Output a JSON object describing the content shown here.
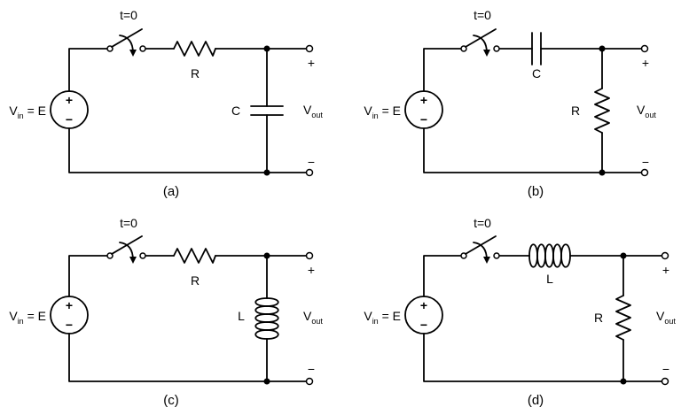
{
  "panels": [
    {
      "id": "a",
      "caption": "(a)",
      "switch_label": "t=0",
      "series_label": "R",
      "shunt_label": "C",
      "source": {
        "label_main": "V",
        "label_sub": "in",
        "label_rest": " = E",
        "plus": "+",
        "minus": "−"
      },
      "output": {
        "plus": "+",
        "minus": "−",
        "label_main": "V",
        "label_sub": "out"
      }
    },
    {
      "id": "b",
      "caption": "(b)",
      "switch_label": "t=0",
      "series_label": "C",
      "shunt_label": "R",
      "source": {
        "label_main": "V",
        "label_sub": "in",
        "label_rest": " = E",
        "plus": "+",
        "minus": "−"
      },
      "output": {
        "plus": "+",
        "minus": "−",
        "label_main": "V",
        "label_sub": "out"
      }
    },
    {
      "id": "c",
      "caption": "(c)",
      "switch_label": "t=0",
      "series_label": "R",
      "shunt_label": "L",
      "source": {
        "label_main": "V",
        "label_sub": "in",
        "label_rest": " = E",
        "plus": "+",
        "minus": "−"
      },
      "output": {
        "plus": "+",
        "minus": "−",
        "label_main": "V",
        "label_sub": "out"
      }
    },
    {
      "id": "d",
      "caption": "(d)",
      "switch_label": "t=0",
      "series_label": "L",
      "shunt_label": "R",
      "source": {
        "label_main": "V",
        "label_sub": "in",
        "label_rest": " = E",
        "plus": "+",
        "minus": "−"
      },
      "output": {
        "plus": "+",
        "minus": "−",
        "label_main": "V",
        "label_sub": "out"
      }
    }
  ]
}
